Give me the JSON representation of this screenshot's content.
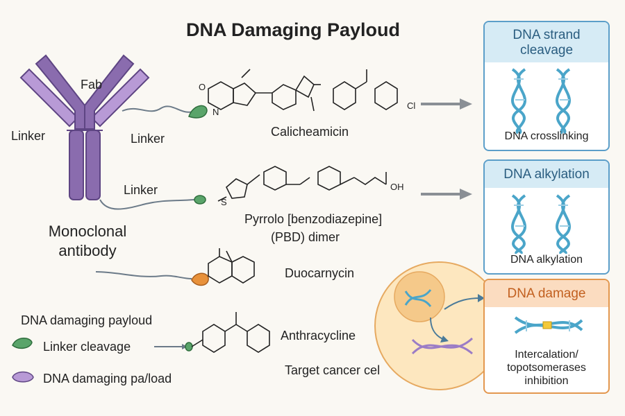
{
  "title": "DNA Damaging Payloud",
  "antibody": {
    "fab": "Fab",
    "linker_left": "Linker",
    "linker_right": "Linker",
    "linker_lower": "Linker",
    "name_line1": "Monoclonal",
    "name_line2": "antibody"
  },
  "payloads": {
    "calicheamicin": "Calicheamicin",
    "pbd_line1": "Pyrrolo [benzodiazepine]",
    "pbd_line2": "(PBD) dimer",
    "duocarmycin": "Duocarnycin",
    "anthracycline": "Anthracycline"
  },
  "chem_labels": {
    "cl": "Cl",
    "oh": "OH",
    "s": "S",
    "n": "N",
    "o": "O"
  },
  "legend": {
    "heading": "DNA damaging payloud",
    "linker_cleavage": "Linker cleavage",
    "payload": "DNA damaging pa/load"
  },
  "target_cell": "Target cancer cel",
  "mechanisms": [
    {
      "header": "DNA strand cleavage",
      "header_line1": "DNA strand",
      "header_line2": "cleavage",
      "caption": "DNA crosslinking"
    },
    {
      "header": "DNA alkylation",
      "caption": "DNA alkylation"
    },
    {
      "header": "DNA damage",
      "caption_line1": "Intercalation/",
      "caption_line2": "topotsomerases",
      "caption_line3": "inhibition"
    }
  ],
  "colors": {
    "antibody": "#8a6cae",
    "antibody_light": "#b89ad6",
    "linker_green": "#5aa46a",
    "payload_orange": "#e8913a",
    "box_blue": "#5b9ec9",
    "box_orange": "#e3974e",
    "cell_fill": "#fde7bf",
    "dna_blue": "#4aa5c9",
    "dna_purple": "#9b7cc6"
  }
}
